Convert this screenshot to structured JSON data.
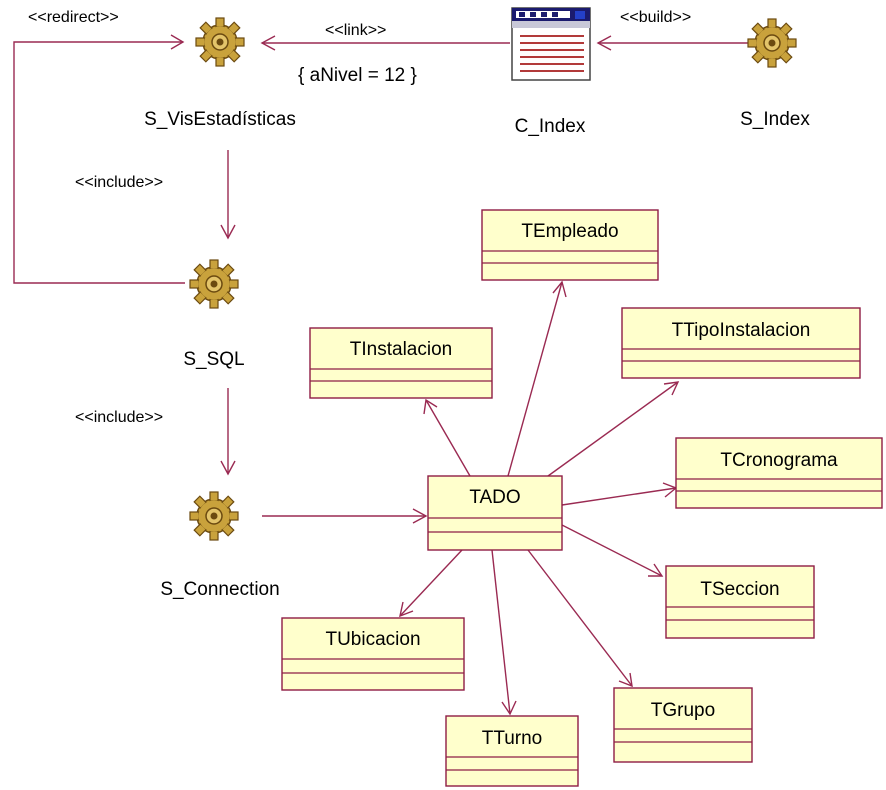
{
  "colors": {
    "line": "#9a2a52",
    "class_fill": "#ffffcc",
    "class_border": "#8e1d45",
    "gear_fill": "#c9a23c",
    "gear_dark": "#6b4a10",
    "page_fill": "#ffffff"
  },
  "servers": {
    "vis": "S_VisEstadísticas",
    "sql": "S_SQL",
    "connection": "S_Connection",
    "index": "S_Index"
  },
  "client_page": {
    "name": "C_Index",
    "icon": "client-page-icon"
  },
  "stereotypes": {
    "redirect": "<<redirect>>",
    "link": "<<link>>",
    "build": "<<build>>",
    "include_vis_sql": "<<include>>",
    "include_sql_conn": "<<include>>"
  },
  "link_param": "{ aNivel = 12 }",
  "classes": {
    "tado": "TADO",
    "templeado": "TEmpleado",
    "tinstalacion": "TInstalacion",
    "ttipo": "TTipoInstalacion",
    "tcrono": "TCronograma",
    "tseccion": "TSeccion",
    "tgrupo": "TGrupo",
    "tturno": "TTurno",
    "tubicacion": "TUbicacion"
  }
}
